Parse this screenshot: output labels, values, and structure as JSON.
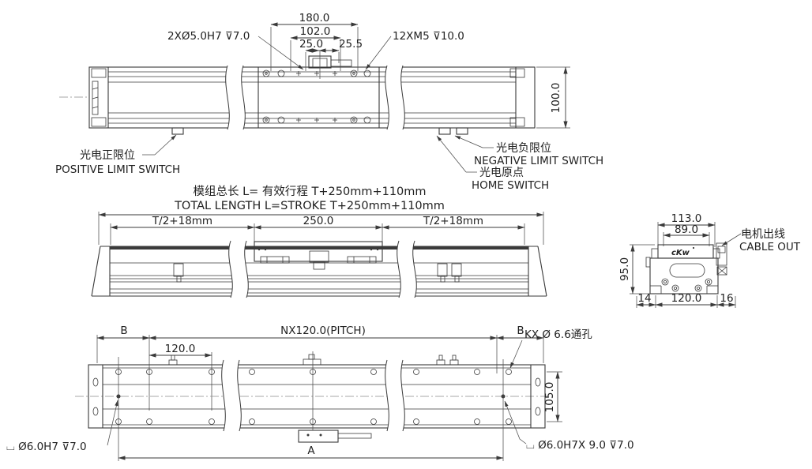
{
  "drawing": {
    "background": "#ffffff",
    "line_color": "#3a3a3a",
    "text_color": "#222222",
    "brand_logo": "cKw",
    "top_view": {
      "dim_width_outer": "180.0",
      "dim_width_inner": "102.0",
      "dim_25_0": "25.0",
      "dim_25_5": "25.5",
      "dim_height": "100.0",
      "callout_dowel": "2XØ5.0H7 ⊽7.0",
      "callout_tap": "12XM5 ⊽10.0",
      "positive_limit_cn": "光电正限位",
      "positive_limit_en": "POSITIVE LIMIT SWITCH",
      "negative_limit_cn": "光电负限位",
      "negative_limit_en": "NEGATIVE LIMIT SWITCH",
      "home_cn": "光电原点",
      "home_en": "HOME SWITCH"
    },
    "front_view": {
      "title_cn": "模组总长 L= 有效行程 T+250mm+110mm",
      "title_en": "TOTAL LENGTH L=STROKE T+250mm+110mm",
      "dim_left": "T/2+18mm",
      "dim_center": "250.0",
      "dim_right": "T/2+18mm"
    },
    "side_view": {
      "dim_width_outer": "113.0",
      "dim_width_inner": "89.0",
      "dim_height": "95.0",
      "dim_left_offset": "14",
      "dim_base": "120.0",
      "dim_right_offset": "16",
      "cable_cn": "电机出线",
      "cable_en": "CABLE OUT"
    },
    "bottom_view": {
      "dim_b_left": "B",
      "dim_pitch": "NX120.0(PITCH)",
      "dim_b_right": "B",
      "dim_first_pitch": "120.0",
      "dim_height": "105.0",
      "dim_total": "A",
      "callout_through_holes": "KX Ø 6.6通孔",
      "callout_cbore_left": "⌴ Ø6.0H7 ⊽7.0",
      "callout_cbore_right": "⌴ Ø6.0H7X 9.0 ⊽7.0"
    }
  }
}
